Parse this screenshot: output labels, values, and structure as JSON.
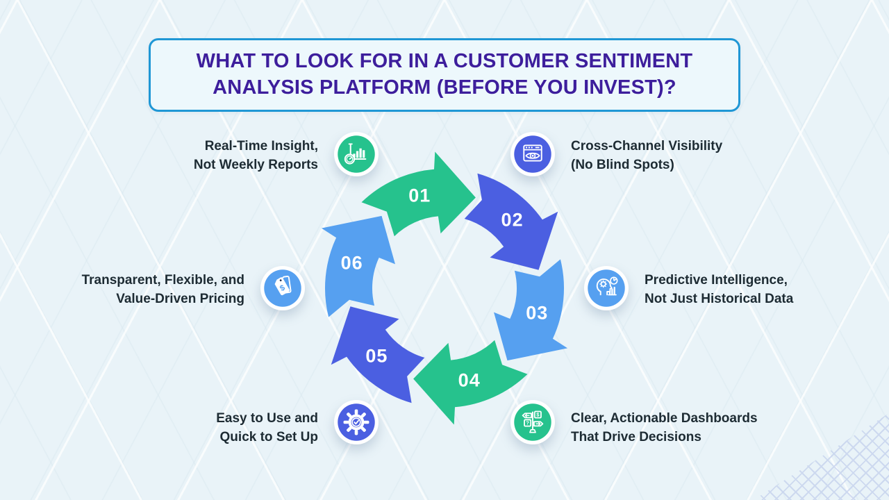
{
  "title": {
    "line1": "WHAT TO LOOK FOR IN A CUSTOMER SENTIMENT",
    "line2": "ANALYSIS PLATFORM (BEFORE YOU INVEST)?"
  },
  "colors": {
    "background": "#e9f3f8",
    "title_text": "#3d1e9c",
    "title_border": "#1f97d5",
    "label_text": "#1d2b33",
    "green": "#26c28d",
    "royal_blue": "#4b5fe1",
    "light_blue": "#56a0f0",
    "corner_pattern": "#c3d0ec"
  },
  "icon_glyphs": {
    "dollar": "$",
    "question": "?"
  },
  "cycle": {
    "steps": [
      {
        "number": "01",
        "color": "#26c28d"
      },
      {
        "number": "02",
        "color": "#4b5fe1"
      },
      {
        "number": "03",
        "color": "#56a0f0"
      },
      {
        "number": "04",
        "color": "#26c28d"
      },
      {
        "number": "05",
        "color": "#4b5fe1"
      },
      {
        "number": "06",
        "color": "#56a0f0"
      }
    ]
  },
  "features": [
    {
      "id": "real-time",
      "icon": "bar-chart-timer-icon",
      "icon_color": "#26c28d",
      "line1": "Real-Time Insight,",
      "line2": "Not Weekly Reports"
    },
    {
      "id": "cross-channel",
      "icon": "browser-eye-icon",
      "icon_color": "#4b5fe1",
      "line1": "Cross-Channel Visibility",
      "line2": "(No Blind Spots)"
    },
    {
      "id": "predictive",
      "icon": "head-gear-analytics-icon",
      "icon_color": "#56a0f0",
      "line1": "Predictive Intelligence,",
      "line2": "Not Just Historical Data"
    },
    {
      "id": "dashboards",
      "icon": "signpost-decision-icon",
      "icon_color": "#26c28d",
      "line1": "Clear, Actionable Dashboards",
      "line2": "That Drive Decisions"
    },
    {
      "id": "easy-setup",
      "icon": "gear-check-icon",
      "icon_color": "#4b5fe1",
      "line1": "Easy to Use and",
      "line2": "Quick to Set Up"
    },
    {
      "id": "pricing",
      "icon": "price-tag-icon",
      "icon_color": "#56a0f0",
      "line1": "Transparent, Flexible, and",
      "line2": "Value-Driven Pricing"
    }
  ]
}
